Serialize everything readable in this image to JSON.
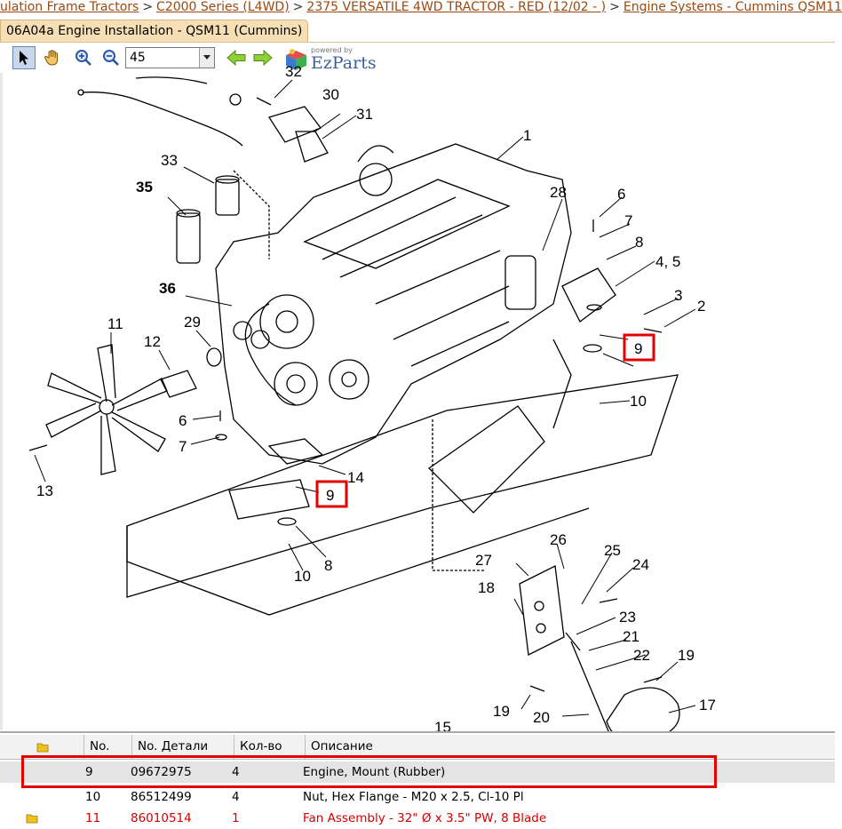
{
  "breadcrumb": [
    "ulation Frame Tractors",
    "C2000 Series (L4WD)",
    "2375 VERSATILE 4WD TRACTOR - RED (12/02 - )",
    "Engine Systems - Cummins QSM11"
  ],
  "breadcrumb_separator": ">",
  "tab": {
    "title": "06A04a Engine Installation - QSM11 (Cummins)"
  },
  "toolbar": {
    "zoom_value": "45",
    "brand_small": "powered by",
    "brand_name": "EzParts",
    "icons": [
      "pointer-icon",
      "hand-pan-icon",
      "zoom-in-icon",
      "zoom-out-icon",
      "arrow-left-icon",
      "arrow-right-icon"
    ]
  },
  "colors": {
    "highlight": "#e00000",
    "breadcrumb_link": "#9a4a12",
    "tab_bg": "#f6dfb4",
    "red_row": "#d40000"
  },
  "diagram": {
    "callouts": [
      "1",
      "2",
      "3",
      "4, 5",
      "6",
      "7",
      "8",
      "9",
      "10",
      "11",
      "12",
      "13",
      "14",
      "17",
      "18",
      "19",
      "20",
      "21",
      "22",
      "23",
      "24",
      "25",
      "26",
      "27",
      "28",
      "29",
      "30",
      "31",
      "32",
      "33",
      "35",
      "36",
      "6",
      "7",
      "8",
      "9",
      "10",
      "19",
      "15"
    ],
    "highlighted": [
      "9",
      "9"
    ]
  },
  "table": {
    "headers": [
      "No.",
      "No. Детали",
      "Кол-во",
      "Описание"
    ],
    "rows": [
      {
        "no": "9",
        "part": "09672975",
        "qty": "4",
        "desc": "Engine, Mount (Rubber)",
        "selected": true
      },
      {
        "no": "10",
        "part": "86512499",
        "qty": "4",
        "desc": "Nut, Hex Flange - M20 x 2.5, Cl-10 Pl"
      },
      {
        "no": "11",
        "part": "86010514",
        "qty": "1",
        "desc": "Fan Assembly - 32\" Ø x 3.5\" PW, 8 Blade",
        "red": true
      }
    ]
  }
}
